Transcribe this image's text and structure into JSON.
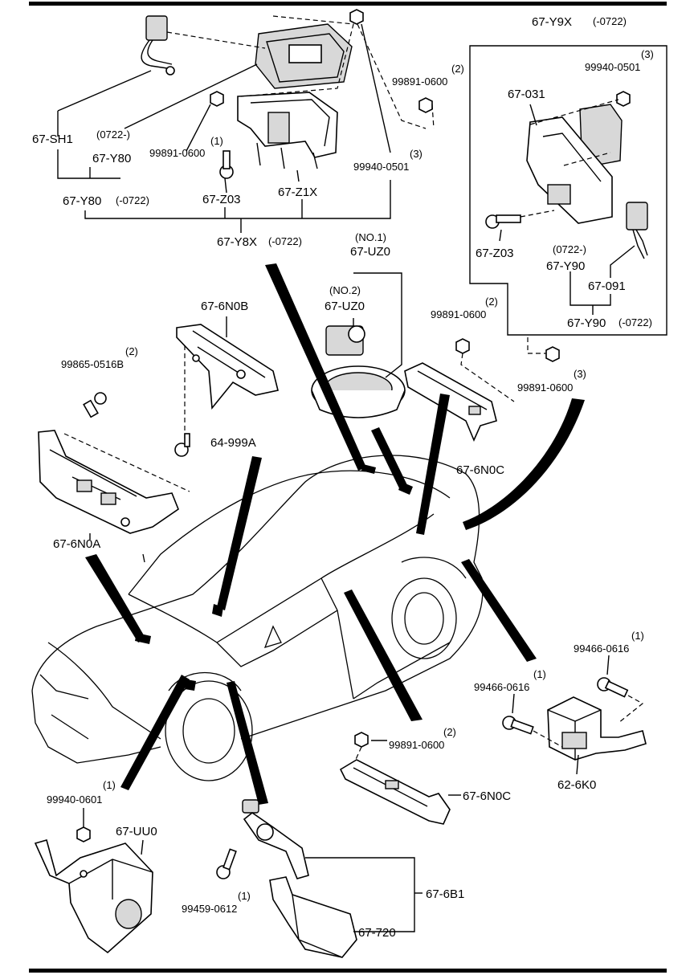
{
  "labels": {
    "l_67_sh1": "67-SH1",
    "l_0722_y80_note": "(0722-)",
    "l_67_y80_a": "67-Y80",
    "l_67_y80_b": "67-Y80",
    "l_y80_range": "(-0722)",
    "l_99891_0600_a_qty": "(1)",
    "l_99891_0600_a": "99891-0600",
    "l_67_z03_a": "67-Z03",
    "l_67_z1x": "67-Z1X",
    "l_99940_0501_a_qty": "(3)",
    "l_99940_0501_a": "99940-0501",
    "l_99891_0600_b_qty": "(2)",
    "l_99891_0600_b": "99891-0600",
    "l_67_y8x": "67-Y8X",
    "l_y8x_range": "(-0722)",
    "l_67_y9x": "67-Y9X",
    "l_y9x_range": "(-0722)",
    "l_99940_0501_b_qty": "(3)",
    "l_99940_0501_b": "99940-0501",
    "l_67_031": "67-031",
    "l_67_z03_b": "67-Z03",
    "l_0722_y90_note": "(0722-)",
    "l_67_y90_a": "67-Y90",
    "l_67_091": "67-091",
    "l_67_y90_b": "67-Y90",
    "l_y90_range": "(-0722)",
    "l_no1": "(NO.1)",
    "l_67_uz0_a": "67-UZ0",
    "l_no2": "(NO.2)",
    "l_67_uz0_b": "67-UZ0",
    "l_67_6n0b": "67-6N0B",
    "l_99865_qty": "(2)",
    "l_99865": "99865-0516B",
    "l_64_999a": "64-999A",
    "l_67_6n0a": "67-6N0A",
    "l_99891_0600_c_qty": "(2)",
    "l_99891_0600_c": "99891-0600",
    "l_67_6n0c_a": "67-6N0C",
    "l_99891_0600_d_qty": "(3)",
    "l_99891_0600_d": "99891-0600",
    "l_99466_a_qty": "(1)",
    "l_99466_a": "99466-0616",
    "l_99466_b_qty": "(1)",
    "l_99466_b": "99466-0616",
    "l_62_6k0": "62-6K0",
    "l_99891_0600_e_qty": "(2)",
    "l_99891_0600_e": "99891-0600",
    "l_67_6n0c_b": "67-6N0C",
    "l_99940_0601_qty": "(1)",
    "l_99940_0601": "99940-0601",
    "l_67_uu0": "67-UU0",
    "l_67_6b1": "67-6B1",
    "l_99459_qty": "(1)",
    "l_99459": "99459-0612",
    "l_67_720": "67-720"
  }
}
